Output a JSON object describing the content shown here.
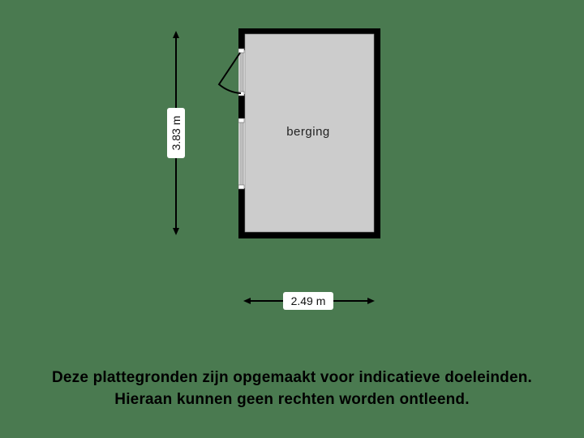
{
  "floorplan": {
    "room": {
      "label": "berging",
      "fill": "#cccccc",
      "wall_color": "#000000"
    },
    "dimensions": {
      "height": {
        "label": "3.83 m"
      },
      "width": {
        "label": "2.49 m"
      }
    },
    "openings": [
      {
        "type": "door",
        "wall": "left"
      },
      {
        "type": "window",
        "wall": "left"
      }
    ]
  },
  "disclaimer": {
    "line1": "Deze plattegronden zijn opgemaakt voor indicatieve doeleinden.",
    "line2": "Hieraan kunnen geen rechten worden ontleend."
  },
  "colors": {
    "background": "#4a7a50"
  }
}
